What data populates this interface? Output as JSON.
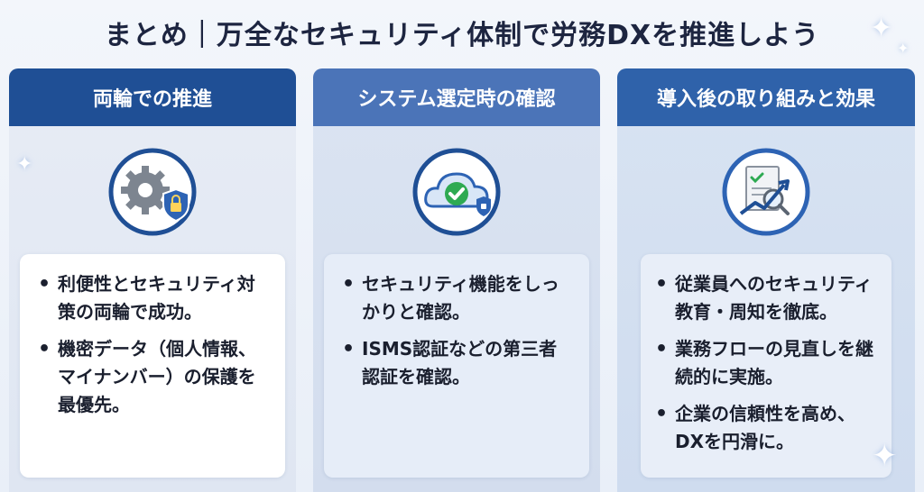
{
  "title": "まとめ｜万全なセキュリティ体制で労務DXを推進しよう",
  "columns": [
    {
      "heading": "両輪での推進",
      "icon": "gear-with-shield-lock-icon",
      "bullets": [
        "利便性とセキュリティ対策の両輪で成功。",
        "機密データ（個人情報、マイナンバー）の保護を最優先。"
      ]
    },
    {
      "heading": "システム選定時の確認",
      "icon": "cloud-check-shield-icon",
      "bullets": [
        "セキュリティ機能をしっかりと確認。",
        "ISMS認証などの第三者認証を確認。"
      ]
    },
    {
      "heading": "導入後の取り組みと効果",
      "icon": "report-magnifier-growth-icon",
      "bullets": [
        "従業員へのセキュリティ教育・周知を徹底。",
        "業務フローの見直しを継続的に実施。",
        "企業の信頼性を高め、DXを円滑に。"
      ]
    }
  ],
  "colors": {
    "title": "#1d2540",
    "header_dark": "#1f4f95",
    "header_mid": "#4b74b8",
    "header_blue": "#2f62aa"
  }
}
